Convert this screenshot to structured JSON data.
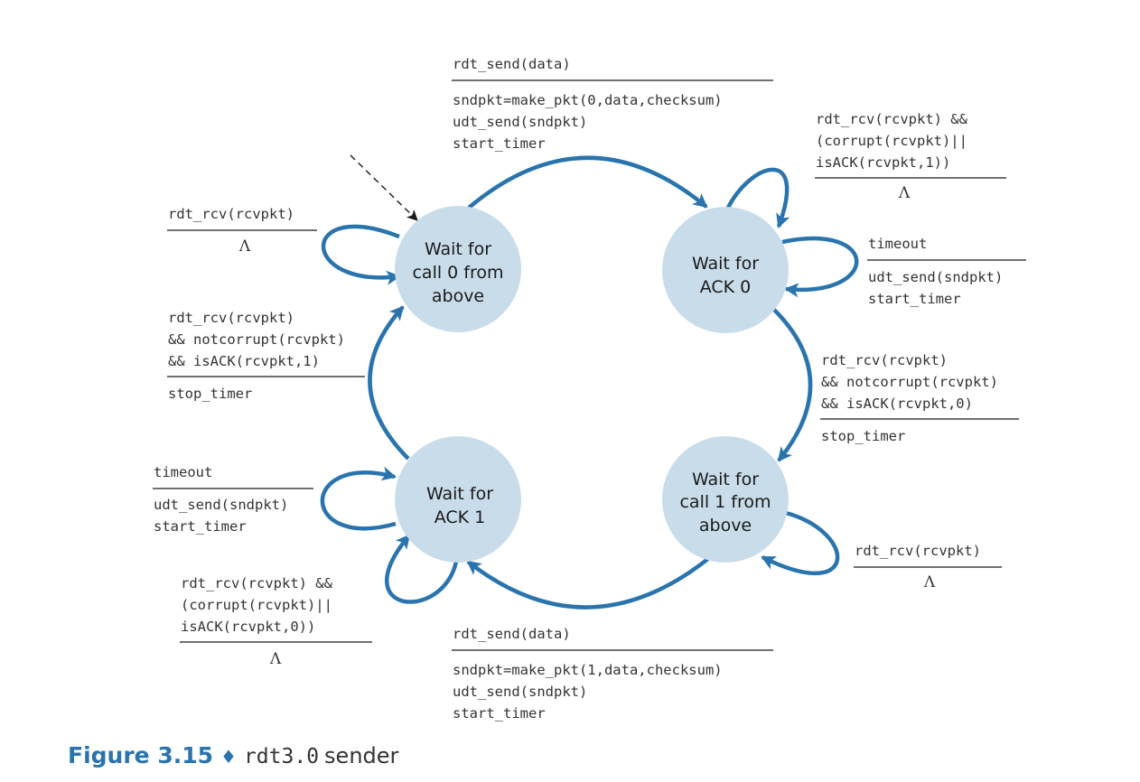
{
  "states": {
    "s0": [
      "Wait for",
      "call 0 from",
      "above"
    ],
    "s1": [
      "Wait for",
      "ACK 0"
    ],
    "s2": [
      "Wait for",
      "call 1 from",
      "above"
    ],
    "s3": [
      "Wait for",
      "ACK 1"
    ]
  },
  "labels": {
    "top_event": "rdt_send(data)",
    "top_actions": [
      "sndpkt=make_pkt(0,data,checksum)",
      "udt_send(sndpkt)",
      "start_timer"
    ],
    "s1_corrupt_event": [
      "rdt_rcv(rcvpkt) &&",
      "(corrupt(rcvpkt)||",
      "isACK(rcvpkt,1))"
    ],
    "s1_corrupt_action": "Λ",
    "s1_timeout_event": "timeout",
    "s1_timeout_actions": [
      "udt_send(sndpkt)",
      "start_timer"
    ],
    "right_event": [
      "rdt_rcv(rcvpkt)",
      "&& notcorrupt(rcvpkt)",
      "&& isACK(rcvpkt,0)"
    ],
    "right_action": "stop_timer",
    "s2_self_event": "rdt_rcv(rcvpkt)",
    "s2_self_action": "Λ",
    "bottom_event": "rdt_send(data)",
    "bottom_actions": [
      "sndpkt=make_pkt(1,data,checksum)",
      "udt_send(sndpkt)",
      "start_timer"
    ],
    "s3_corrupt_event": [
      "rdt_rcv(rcvpkt) &&",
      "(corrupt(rcvpkt)||",
      "isACK(rcvpkt,0))"
    ],
    "s3_corrupt_action": "Λ",
    "s3_timeout_event": "timeout",
    "s3_timeout_actions": [
      "udt_send(sndpkt)",
      "start_timer"
    ],
    "left_event": [
      "rdt_rcv(rcvpkt)",
      "&& notcorrupt(rcvpkt)",
      "&& isACK(rcvpkt,1)"
    ],
    "left_action": "stop_timer",
    "s0_self_event": "rdt_rcv(rcvpkt)",
    "s0_self_action": "Λ"
  },
  "caption": {
    "figure": "Figure 3.15",
    "separator": "♦",
    "code": "rdt3.0",
    "text": "sender"
  },
  "colors": {
    "arc": "#2a74ad",
    "state_fill": "#c9dcea",
    "caption": "#2a74ad"
  }
}
